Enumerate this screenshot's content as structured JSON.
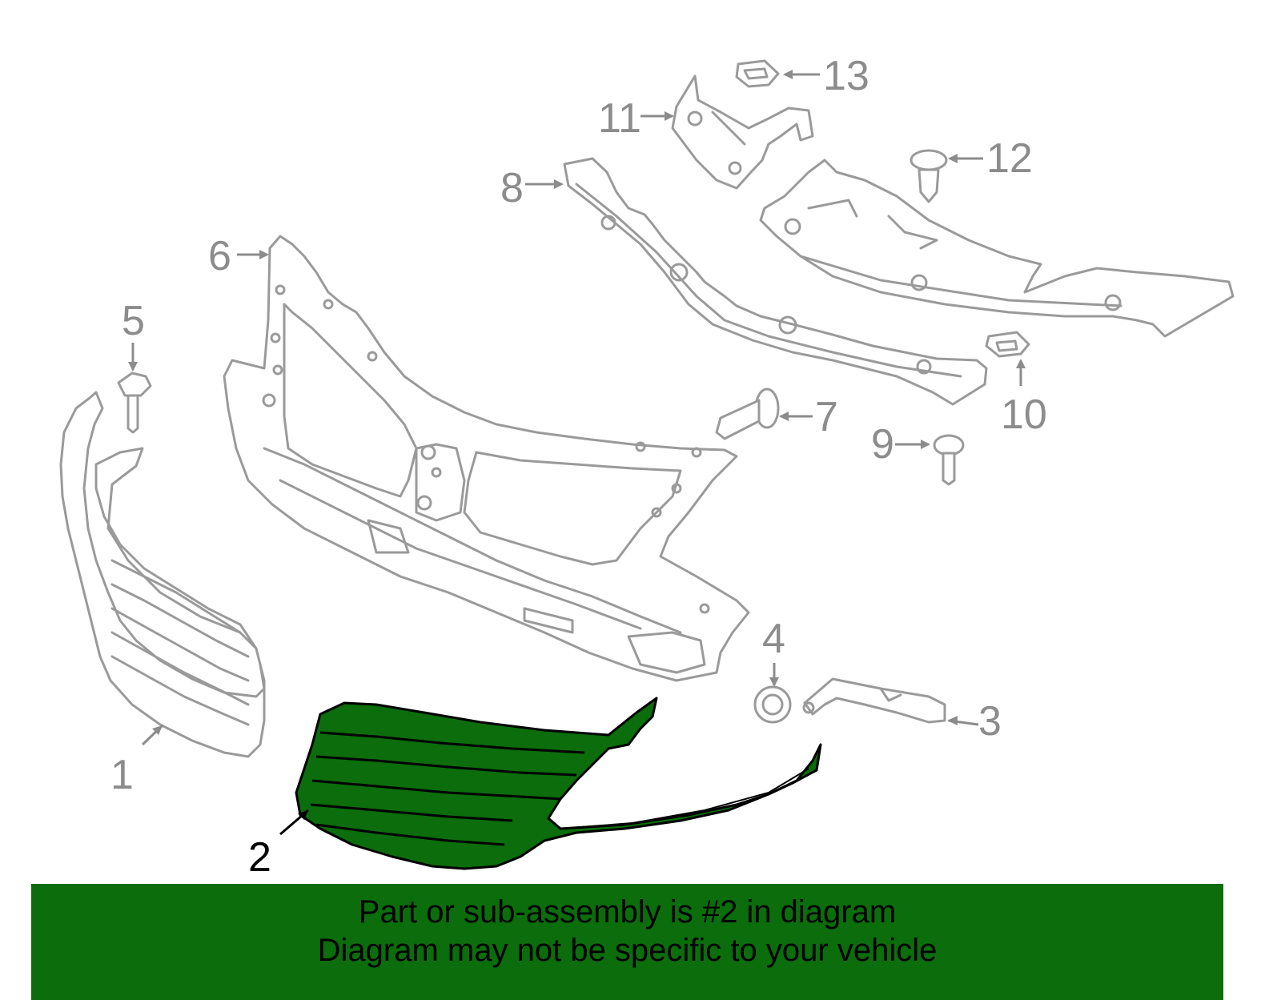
{
  "callouts": [
    {
      "id": "1",
      "label": "1",
      "highlighted": false
    },
    {
      "id": "2",
      "label": "2",
      "highlighted": true
    },
    {
      "id": "3",
      "label": "3",
      "highlighted": false
    },
    {
      "id": "4",
      "label": "4",
      "highlighted": false
    },
    {
      "id": "5",
      "label": "5",
      "highlighted": false
    },
    {
      "id": "6",
      "label": "6",
      "highlighted": false
    },
    {
      "id": "7",
      "label": "7",
      "highlighted": false
    },
    {
      "id": "8",
      "label": "8",
      "highlighted": false
    },
    {
      "id": "9",
      "label": "9",
      "highlighted": false
    },
    {
      "id": "10",
      "label": "10",
      "highlighted": false
    },
    {
      "id": "11",
      "label": "11",
      "highlighted": false
    },
    {
      "id": "12",
      "label": "12",
      "highlighted": false
    },
    {
      "id": "13",
      "label": "13",
      "highlighted": false
    }
  ],
  "banner": {
    "line1": "Part or sub-assembly is #2 in diagram",
    "line2": "Diagram may not be specific to your vehicle"
  },
  "colors": {
    "highlight_part": "#0b6d0b",
    "banner_background": "#0b6d0b",
    "line_art": "#9a9a9a",
    "callout_text": "#8c8c8c",
    "highlight_callout": "#000000"
  }
}
